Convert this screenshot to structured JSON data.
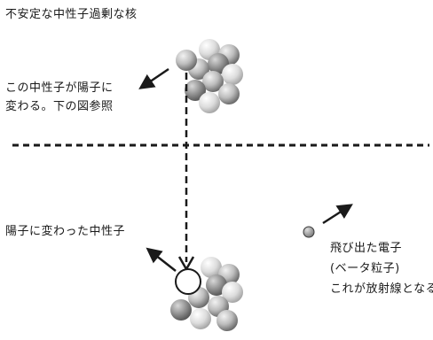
{
  "title": "不安定な中性子過剰な核",
  "upper_note": {
    "lines": [
      "この中性子が陽子に",
      "変わる。下の図参照"
    ]
  },
  "lower_note": "陽子に変わった中性子",
  "electron_note": {
    "lines": [
      "飛び出た電子",
      "(ベータ粒子)",
      "これが放射線となる"
    ]
  },
  "colors": {
    "ink": "#1a1a1a",
    "nucleon_light": "#f2f2f2",
    "nucleon_mid": "#bdbdbd",
    "nucleon_dark": "#6e6e6e",
    "electron": "#9a9a9a"
  },
  "icons": {
    "arrows": "straight-arrow",
    "particles": "shaded-sphere"
  }
}
